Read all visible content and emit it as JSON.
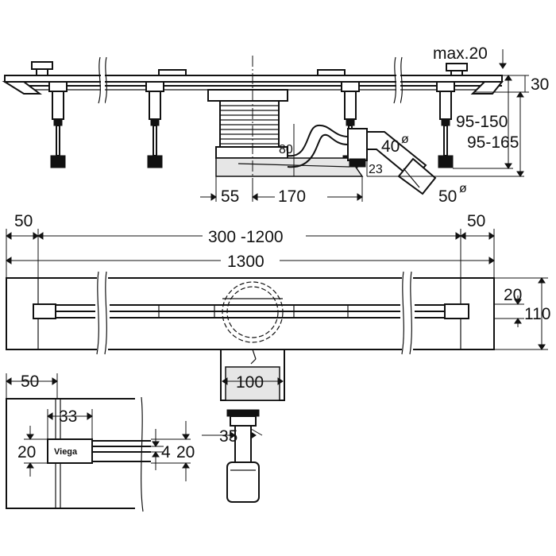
{
  "labels": {
    "max20": "max.20",
    "d30": "30",
    "d95_150": "95-150",
    "d95_165": "95-165",
    "d80": "80",
    "d40": "40",
    "d23": "23",
    "d50pipe": "50",
    "d55": "55",
    "d170": "170",
    "d50_left": "50",
    "d50_right": "50",
    "d300_1200": "300 -1200",
    "d1300": "1300",
    "d20_right": "20",
    "d110": "110",
    "d100": "100",
    "d35": "35",
    "d50_detail": "50",
    "d33": "33",
    "d20_detail_left": "20",
    "d4": "4",
    "d20_detail_right": "20",
    "diameter_symbol": "ø",
    "brand": "Viega"
  }
}
